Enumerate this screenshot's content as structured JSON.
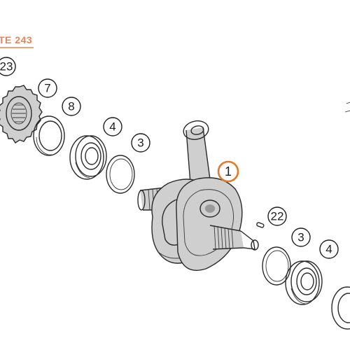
{
  "reference": {
    "text": "TE 243",
    "color": "#e8845a"
  },
  "highlight_color": "#e07b2c",
  "callouts": [
    {
      "id": "sprocket",
      "label": "23"
    },
    {
      "id": "ring-7",
      "label": "7"
    },
    {
      "id": "ring-8",
      "label": "8"
    },
    {
      "id": "bearing-left",
      "label": "4"
    },
    {
      "id": "shim-left",
      "label": "3"
    },
    {
      "id": "crankshaft",
      "label": "1",
      "highlighted": true
    },
    {
      "id": "pin",
      "label": "22"
    },
    {
      "id": "shim-right",
      "label": "3"
    },
    {
      "id": "bearing-right",
      "label": "4"
    }
  ]
}
